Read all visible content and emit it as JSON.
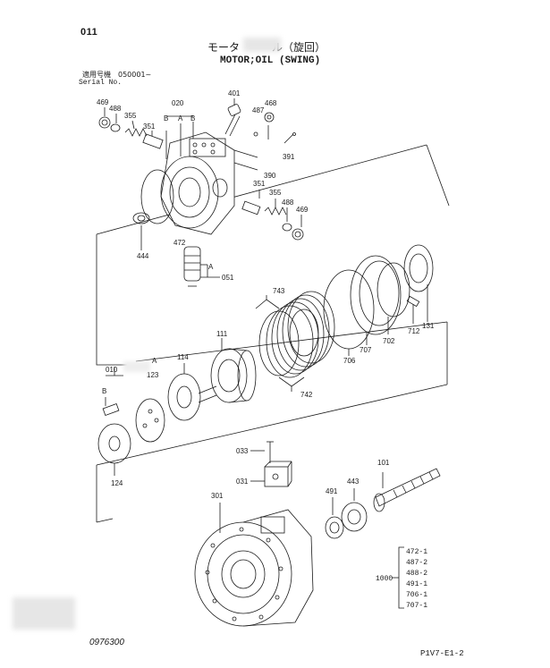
{
  "page_number": "011",
  "title_jp_left": "モータ",
  "title_jp_right": "ル（旋回）",
  "title_en": "MOTOR;OIL (SWING)",
  "serial_jp": "適用号機　050001~",
  "serial_en": "Serial No.",
  "part_labels": {
    "p469a": "469",
    "p488a": "488",
    "p355a": "355",
    "p351a": "351",
    "p020": "020",
    "pB1": "B",
    "pA1": "A",
    "pB2": "B",
    "p401": "401",
    "p487": "487",
    "p468": "468",
    "p391": "391",
    "p390": "390",
    "p351b": "351",
    "p355b": "355",
    "p488b": "488",
    "p469b": "469",
    "p444": "444",
    "p472": "472",
    "pA2": "A",
    "p051": "051",
    "p743": "743",
    "p111": "111",
    "p742": "742",
    "p702": "702",
    "p707": "707",
    "p706": "706",
    "p712": "712",
    "p131": "131",
    "p010": "010",
    "pA3": "A",
    "p123": "123",
    "p114": "114",
    "pB3": "B",
    "p124": "124",
    "p033": "033",
    "p031": "031",
    "p101": "101",
    "p301": "301",
    "p491": "491",
    "p443": "443"
  },
  "kit_label": "1000",
  "kit_items": [
    "472-1",
    "487-2",
    "488-2",
    "491-1",
    "706-1",
    "707-1"
  ],
  "doc_number": "0976300",
  "page_code": "P1V7-E1-2",
  "colors": {
    "ink": "#1a1a1a",
    "paper": "#ffffff",
    "redaction": "#e6e6e6"
  }
}
